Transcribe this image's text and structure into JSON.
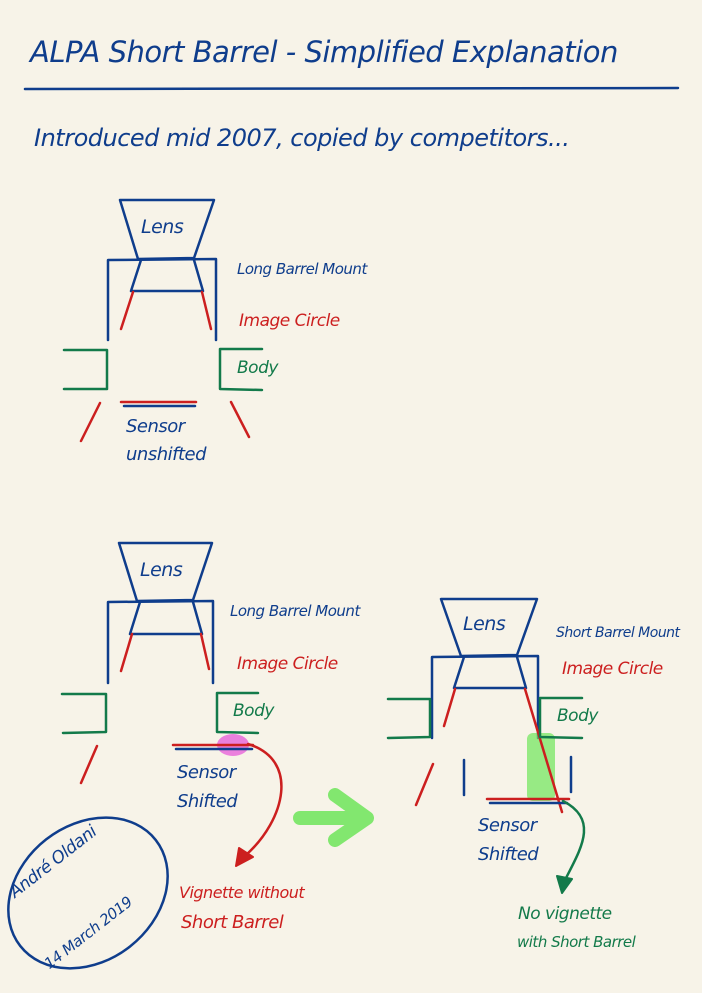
{
  "title": "ALPA Short Barrel - Simplified Explanation",
  "subtitle": "Introduced mid 2007, copied by competitors...",
  "diagram_top": {
    "lens": "Lens",
    "mount": "Long Barrel Mount",
    "image_circle": "Image Circle",
    "body": "Body",
    "sensor_line1": "Sensor",
    "sensor_line2": "unshifted"
  },
  "diagram_left": {
    "lens": "Lens",
    "mount": "Long Barrel Mount",
    "image_circle": "Image Circle",
    "body": "Body",
    "sensor_line1": "Sensor",
    "sensor_line2": "Shifted",
    "note_line1": "Vignette without",
    "note_line2": "Short Barrel"
  },
  "diagram_right": {
    "lens": "Lens",
    "mount": "Short Barrel Mount",
    "image_circle": "Image Circle",
    "body": "Body",
    "sensor_line1": "Sensor",
    "sensor_line2": "Shifted",
    "note_line1": "No vignette",
    "note_line2": "with Short Barrel"
  },
  "signature": {
    "line1": "André Oldani",
    "line2": "14 March 2019"
  },
  "colors": {
    "ink_blue": "#0f3d8c",
    "ink_red": "#cc1f1f",
    "ink_green": "#137a4a",
    "highlight_pink": "#e64fd8",
    "highlight_green": "#6ee65a",
    "paper": "#f7f3e8"
  }
}
